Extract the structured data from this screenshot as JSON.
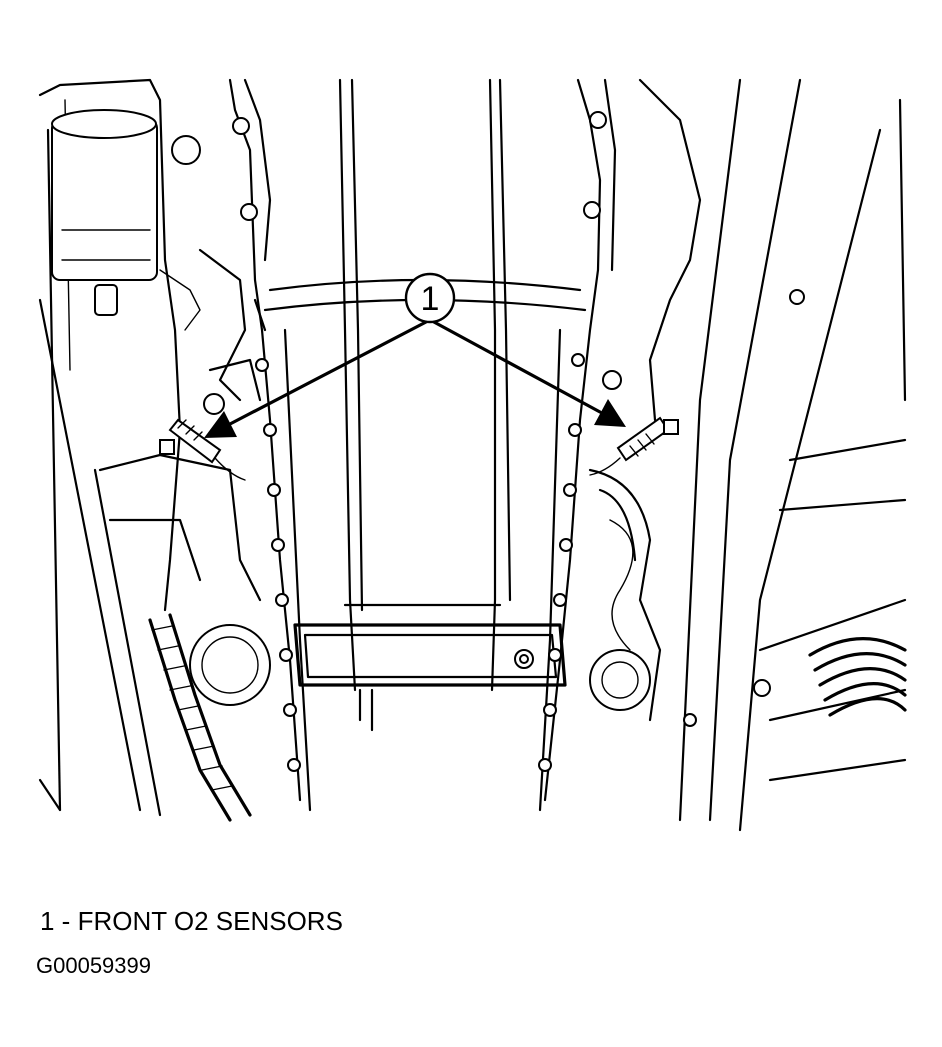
{
  "callout": {
    "number": "1"
  },
  "legend": {
    "text": "1 - FRONT O2 SENSORS"
  },
  "figure": {
    "id": "G00059399"
  }
}
